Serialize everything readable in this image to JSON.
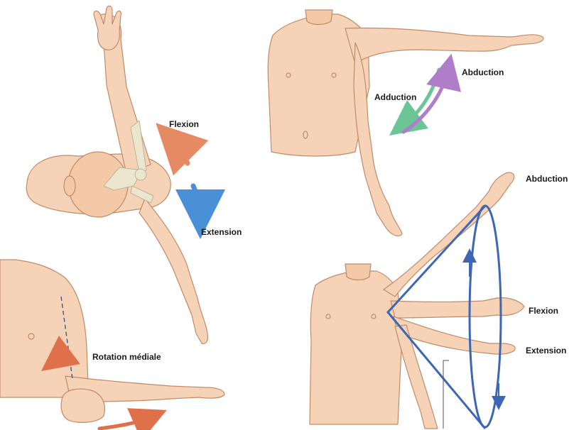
{
  "labels": {
    "flexion_top": "Flexion",
    "extension_top": "Extension",
    "adduction": "Adduction",
    "abduction_arrow": "Abduction",
    "abduction_circle": "Abduction",
    "flexion_circle": "Flexion",
    "extension_circle": "Extension",
    "rotation": "Rotation médiale"
  },
  "colors": {
    "skin": "#f6d3b6",
    "skin_outline": "#c08a6a",
    "bone": "#ece6cf",
    "flexion_arrow": "#e58a62",
    "extension_arrow": "#4a90d9",
    "adduction_arrow": "#6cc596",
    "abduction_arrow": "#b07ec9",
    "circumduction_line": "#3d66b5",
    "rotation_arrow": "#e0704a"
  }
}
